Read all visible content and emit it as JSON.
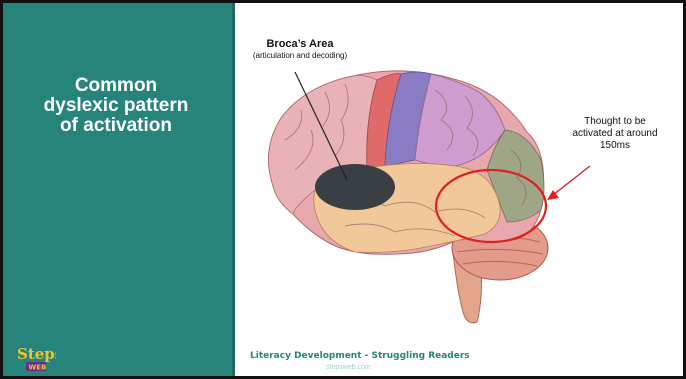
{
  "slide": {
    "title_lines": [
      "Common",
      "dyslexic pattern",
      "of activation"
    ],
    "broca": {
      "title": "Broca’s Area",
      "subtitle": "(articulation and decoding)"
    },
    "note_lines": [
      "Thought to be",
      "activated at around",
      "150ms"
    ],
    "footer": "Literacy Development - Struggling Readers",
    "footer_sub": "stepsweb.com"
  },
  "logo": {
    "top": "Steps",
    "bottom": "WEB"
  },
  "colors": {
    "panel": "#27847b",
    "highlight": "#e02020",
    "footer": "#27847b"
  }
}
